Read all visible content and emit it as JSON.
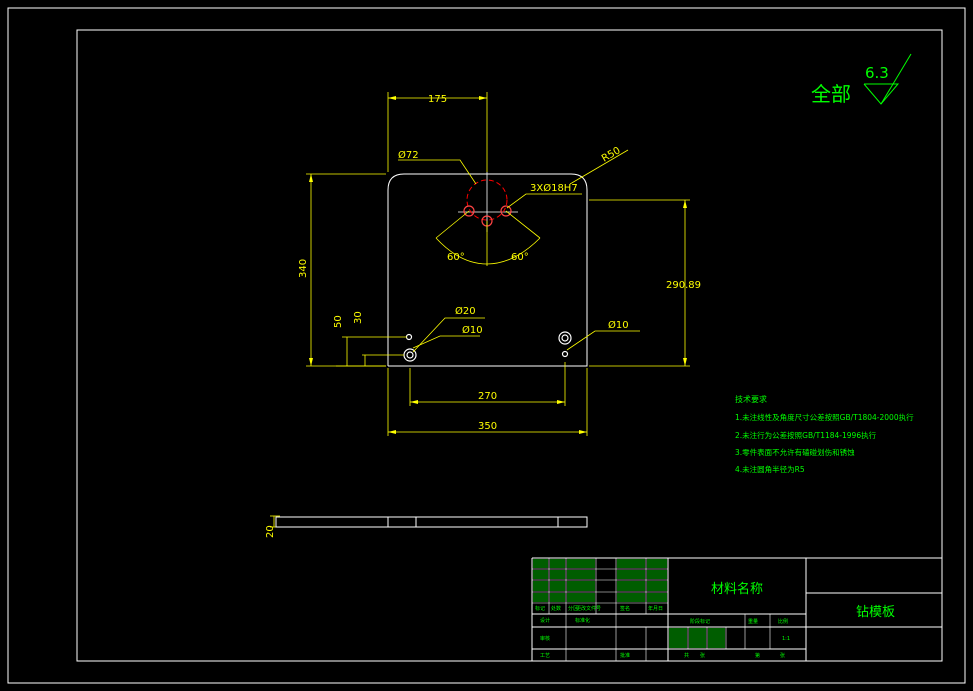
{
  "surface_finish": {
    "label": "全部",
    "value": "6.3"
  },
  "dimensions": {
    "d175": "175",
    "d72": "Ø72",
    "r50": "R50",
    "holes": "3XØ18H7",
    "angle_left": "60°",
    "angle_right": "60°",
    "d340": "340",
    "d290": "290.89",
    "d50": "50",
    "d30": "30",
    "phi20": "Ø20",
    "phi10a": "Ø10",
    "phi10b": "Ø10",
    "d270": "270",
    "d350": "350",
    "d20": "20"
  },
  "technical_requirements": {
    "title": "技术要求",
    "items": [
      "1.未注线性及角度尺寸公差按照GB/T1804-2000执行",
      "2.未注行为公差按照GB/T1184-1996执行",
      "3.零件表面不允许有磕碰划伤和锈蚀",
      "4.未注圆角半径为R5"
    ]
  },
  "title_block": {
    "material": "材料名称",
    "part_name": "钻模板",
    "scale": "1:1",
    "row_labels": [
      "标记",
      "处数",
      "分区",
      "更改文件号",
      "签名",
      "年月日"
    ],
    "design": "设计",
    "standardization": "标准化",
    "check": "审核",
    "process": "工艺",
    "approve": "批准",
    "stage_mark": "阶段标记",
    "weight": "重量",
    "ratio": "比例",
    "total": "共",
    "sheet": "张",
    "page": "第",
    "page_unit": "张"
  }
}
